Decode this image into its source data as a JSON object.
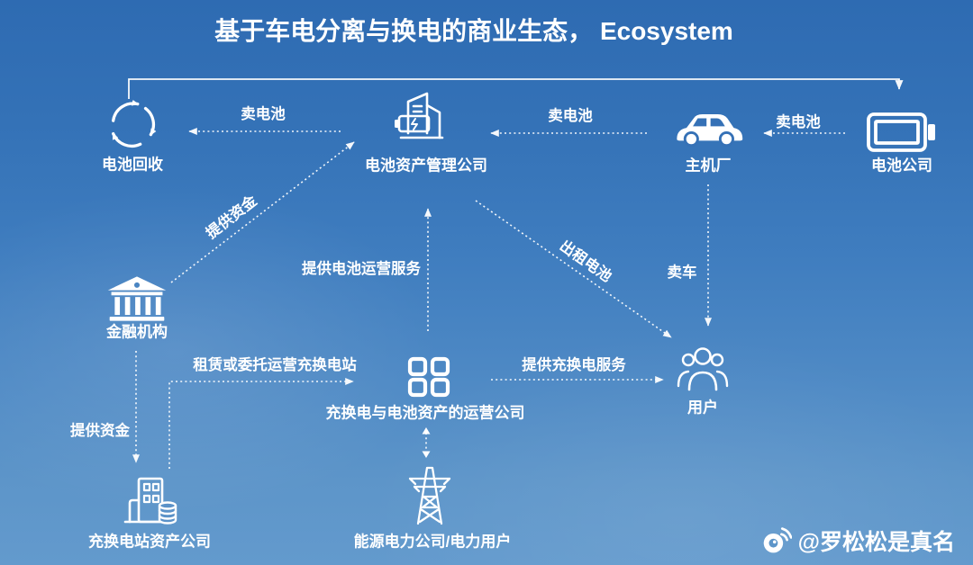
{
  "title": "基于车电分离与换电的商业生态， Ecosystem",
  "nodes": [
    {
      "id": "battery-recycling",
      "label": "电池回收",
      "icon": "recycle-icon"
    },
    {
      "id": "battery-asset-mgmt",
      "label": "电池资产管理公司",
      "icon": "building-battery-icon"
    },
    {
      "id": "oem",
      "label": "主机厂",
      "icon": "car-icon"
    },
    {
      "id": "battery-company",
      "label": "电池公司",
      "icon": "battery-icon"
    },
    {
      "id": "financial-institution",
      "label": "金融机构",
      "icon": "bank-icon"
    },
    {
      "id": "swap-operator",
      "label": "充换电与电池资产的运营公司",
      "icon": "grid-icon"
    },
    {
      "id": "users",
      "label": "用户",
      "icon": "users-icon"
    },
    {
      "id": "station-asset-company",
      "label": "充换电站资产公司",
      "icon": "building-coins-icon"
    },
    {
      "id": "energy-power",
      "label": "能源电力公司/电力用户",
      "icon": "power-tower-icon"
    }
  ],
  "edges": {
    "sell_battery_1": {
      "label": "卖电池",
      "from": "battery-asset-mgmt",
      "to": "battery-recycling"
    },
    "sell_battery_2": {
      "label": "卖电池",
      "from": "oem",
      "to": "battery-asset-mgmt"
    },
    "sell_battery_3": {
      "label": "卖电池",
      "from": "battery-company",
      "to": "oem"
    },
    "recycle_to_battery_co": {
      "label": "",
      "from": "battery-recycling",
      "to": "battery-company"
    },
    "provide_funds_to_bamc": {
      "label": "提供资金",
      "from": "financial-institution",
      "to": "battery-asset-mgmt"
    },
    "provide_battery_ops": {
      "label": "提供电池运营服务",
      "from": "swap-operator",
      "to": "battery-asset-mgmt"
    },
    "rent_battery": {
      "label": "出租电池",
      "from": "battery-asset-mgmt",
      "to": "users"
    },
    "sell_car": {
      "label": "卖车",
      "from": "oem",
      "to": "users"
    },
    "lease_stations": {
      "label": "租赁或委托运营充换电站",
      "from": "station-asset-company",
      "to": "swap-operator"
    },
    "provide_swap_service": {
      "label": "提供充换电服务",
      "from": "swap-operator",
      "to": "users"
    },
    "provide_funds_to_station": {
      "label": "提供资金",
      "from": "financial-institution",
      "to": "station-asset-company"
    }
  },
  "watermark": {
    "handle": "@罗松松是真名",
    "icon": "weibo-icon"
  },
  "colors": {
    "background_top": "#2E6BB2",
    "background_bottom": "#639ACD",
    "line": "#FFFFFF",
    "text": "#FFFFFF"
  }
}
